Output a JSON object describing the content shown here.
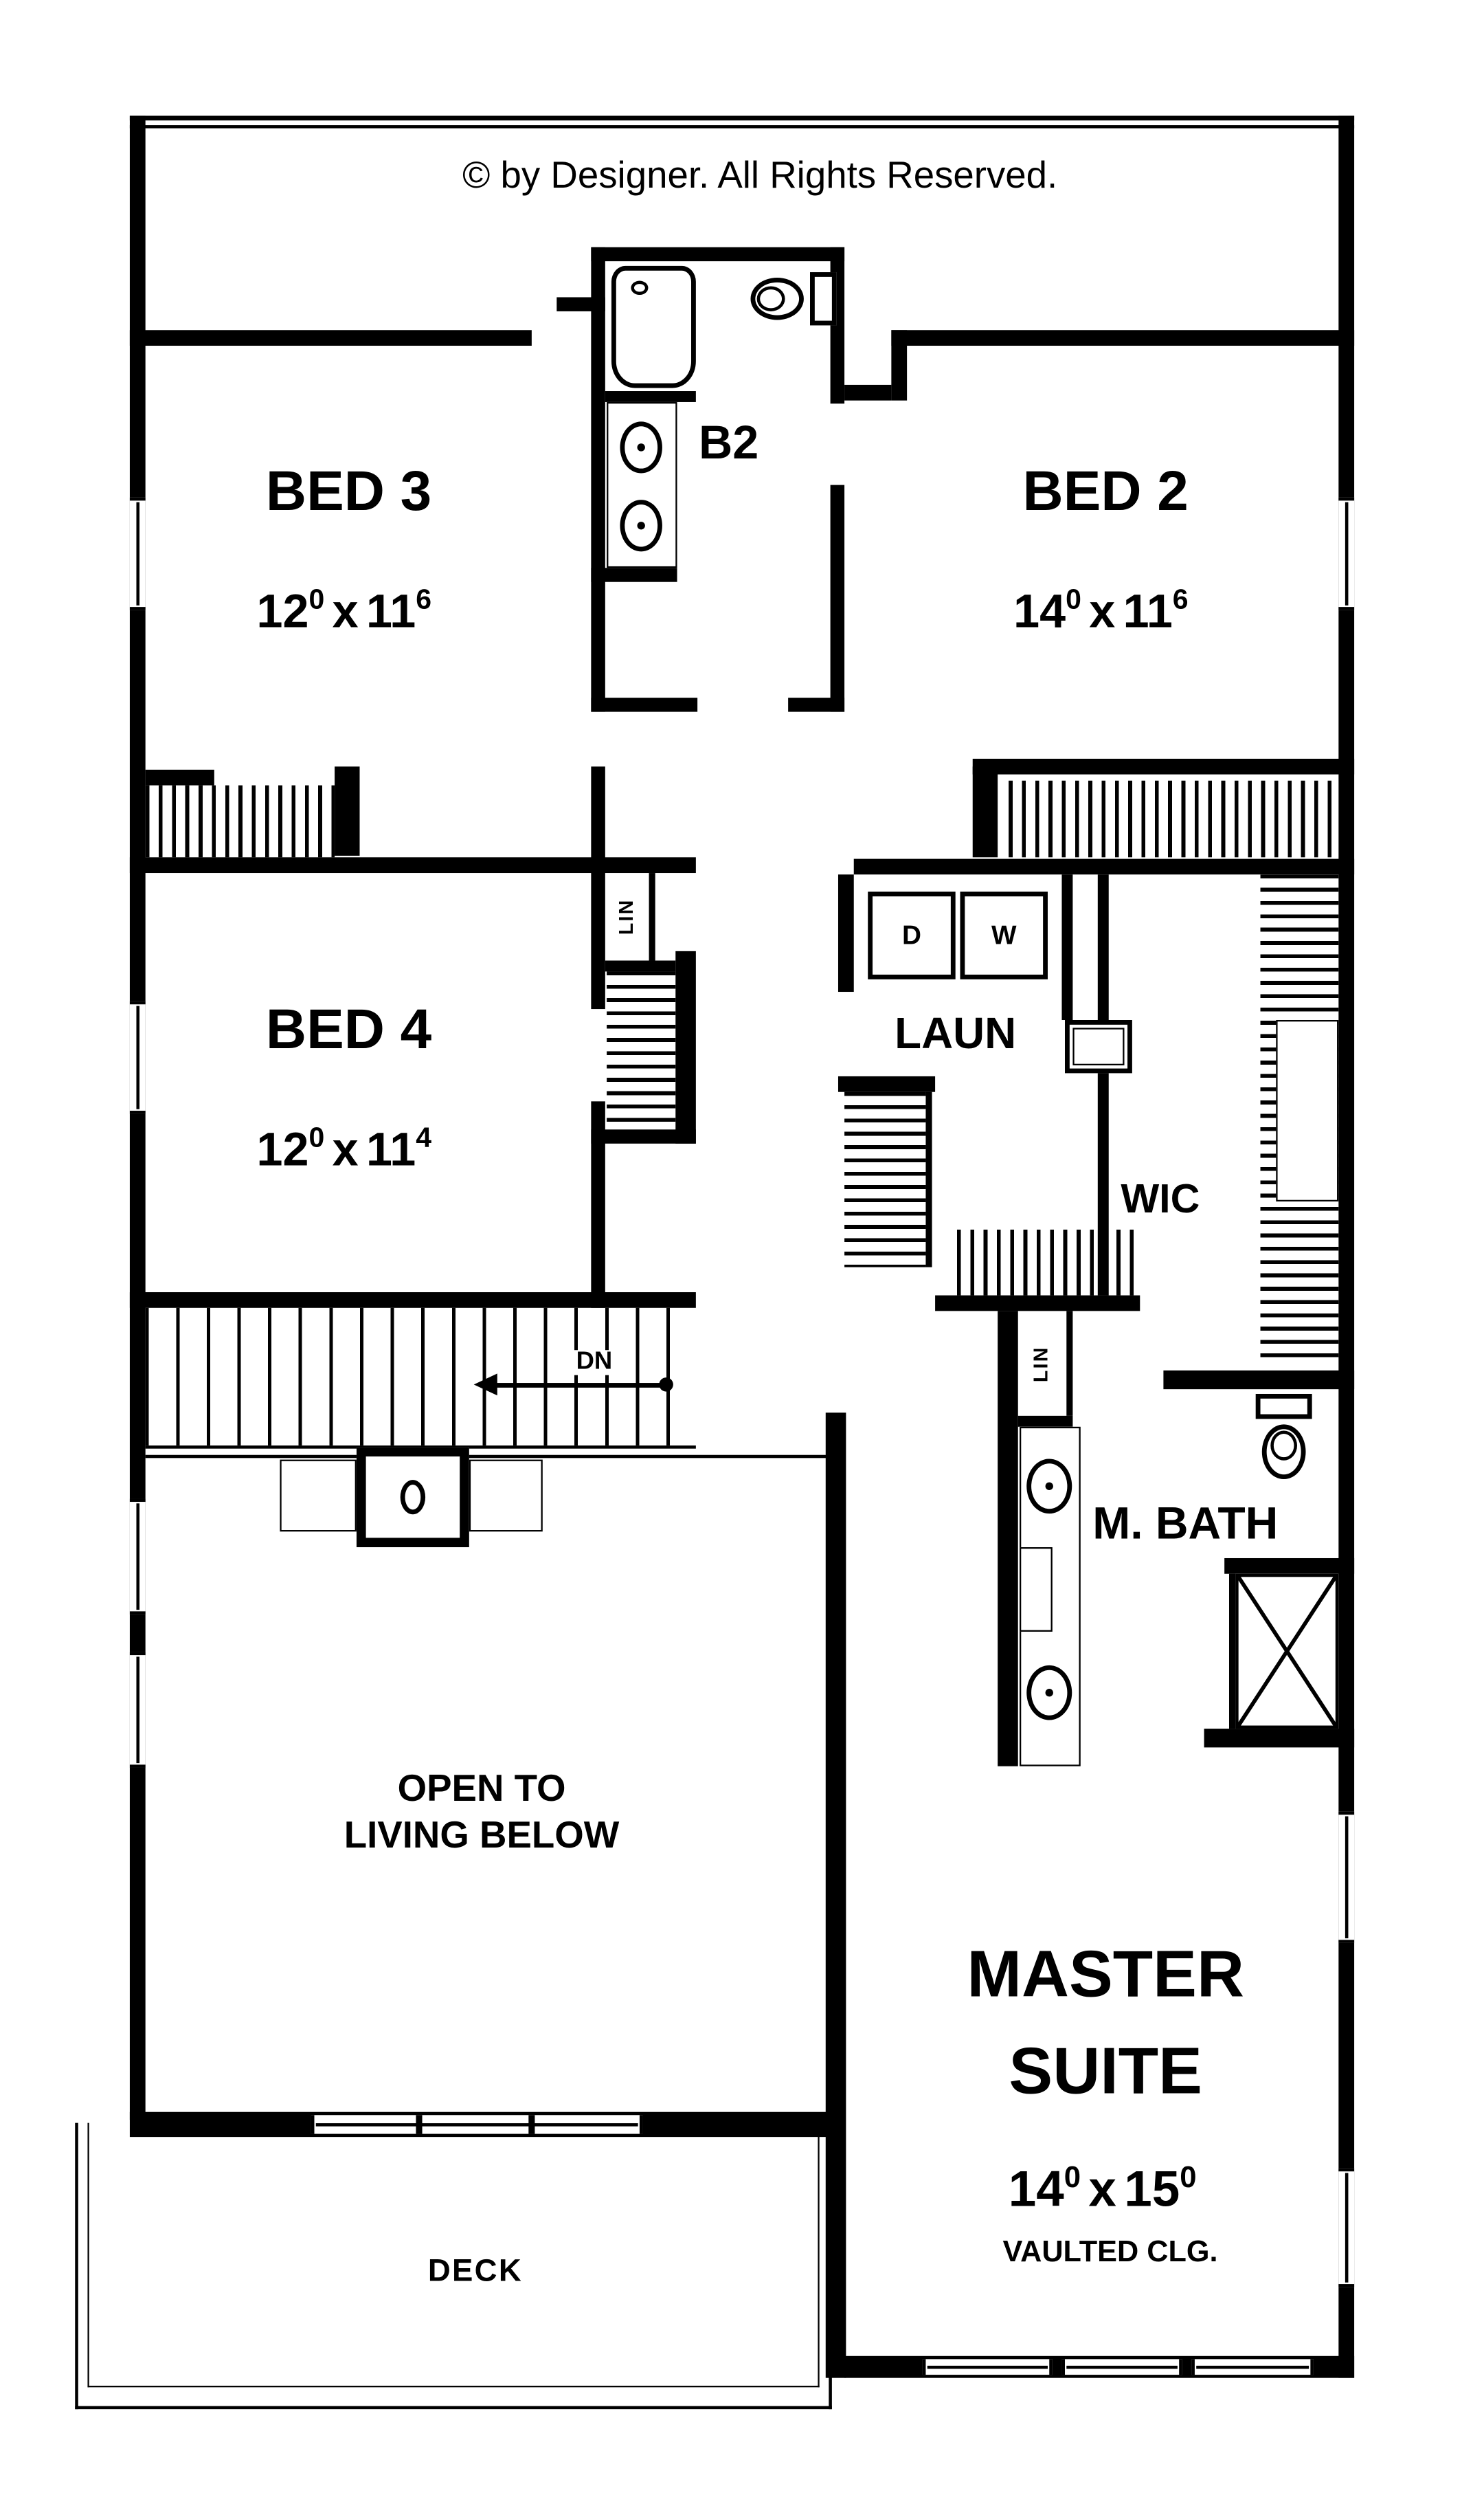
{
  "copyright": "© by Designer. All Rights Reserved.",
  "colors": {
    "ink": "#000000",
    "paper": "#ffffff"
  },
  "rooms": {
    "bed3": {
      "name": "BED 3",
      "dim": {
        "a": "12",
        "asup": "0",
        "x": "x",
        "b": "11",
        "bsup": "6"
      }
    },
    "bed2": {
      "name": "BED 2",
      "dim": {
        "a": "14",
        "asup": "0",
        "x": "x",
        "b": "11",
        "bsup": "6"
      }
    },
    "bed4": {
      "name": "BED 4",
      "dim": {
        "a": "12",
        "asup": "0",
        "x": "x",
        "b": "11",
        "bsup": "4"
      }
    },
    "bath2": {
      "name": "B2"
    },
    "laundry": {
      "name": "LAUN",
      "washer": "W",
      "dryer": "D"
    },
    "wic": {
      "name": "WIC"
    },
    "linen1": {
      "name": "LIN"
    },
    "linen2": {
      "name": "LIN"
    },
    "stairs": {
      "label": "DN"
    },
    "master_bath": {
      "name": "M. BATH"
    },
    "open_below": {
      "line1": "OPEN TO",
      "line2": "LIVING BELOW"
    },
    "master": {
      "line1": "MASTER",
      "line2": "SUITE",
      "dim": {
        "a": "14",
        "asup": "0",
        "x": "x",
        "b": "15",
        "bsup": "0"
      },
      "note": "VAULTED CLG."
    },
    "deck": {
      "name": "DECK"
    }
  }
}
